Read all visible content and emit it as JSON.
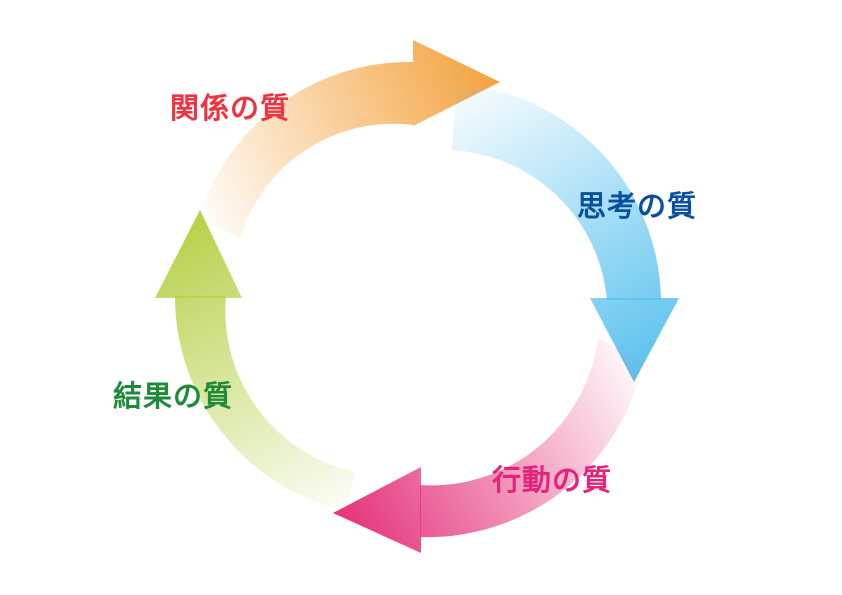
{
  "diagram": {
    "type": "cycle",
    "direction": "clockwise",
    "stages": [
      {
        "key": "relationship",
        "label": "関係の質",
        "label_color": "#ef3340",
        "arrow_color": "#f3a23e"
      },
      {
        "key": "thinking",
        "label": "思考の質",
        "label_color": "#0a4fa0",
        "arrow_color": "#5bc2ee"
      },
      {
        "key": "action",
        "label": "行動の質",
        "label_color": "#e4237a",
        "arrow_color": "#e5337a"
      },
      {
        "key": "result",
        "label": "結果の質",
        "label_color": "#1e8a3a",
        "arrow_color": "#b6d149"
      }
    ]
  }
}
